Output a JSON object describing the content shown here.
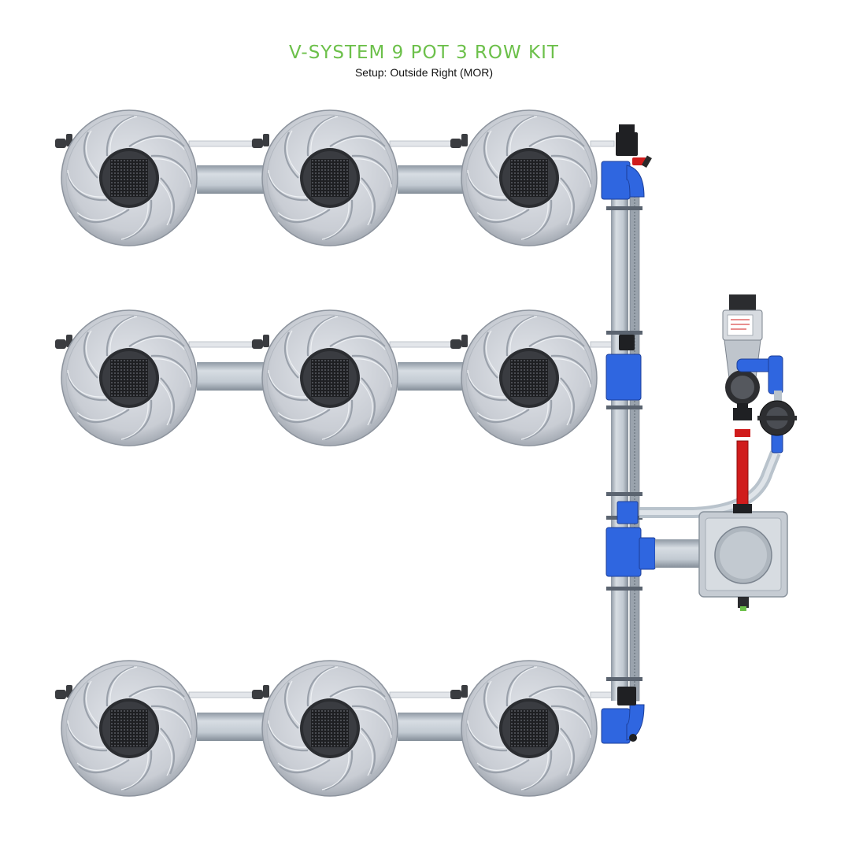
{
  "header": {
    "title": "V-SYSTEM 9 POT 3 ROW KIT",
    "subtitle": "Setup: Outside Right (MOR)"
  },
  "layout_rows": [
    {
      "row": 1,
      "pots": 3
    },
    {
      "row": 2,
      "pots": 3
    },
    {
      "row": 3,
      "pots": 3
    }
  ],
  "colors": {
    "title_green": "#6cc04a",
    "pipe_blue": "#2f66e0",
    "valve_red": "#d01c1c",
    "pot_grey": "#c8ccd3",
    "hose_grey": "#b9c3cc",
    "dark": "#222222"
  }
}
